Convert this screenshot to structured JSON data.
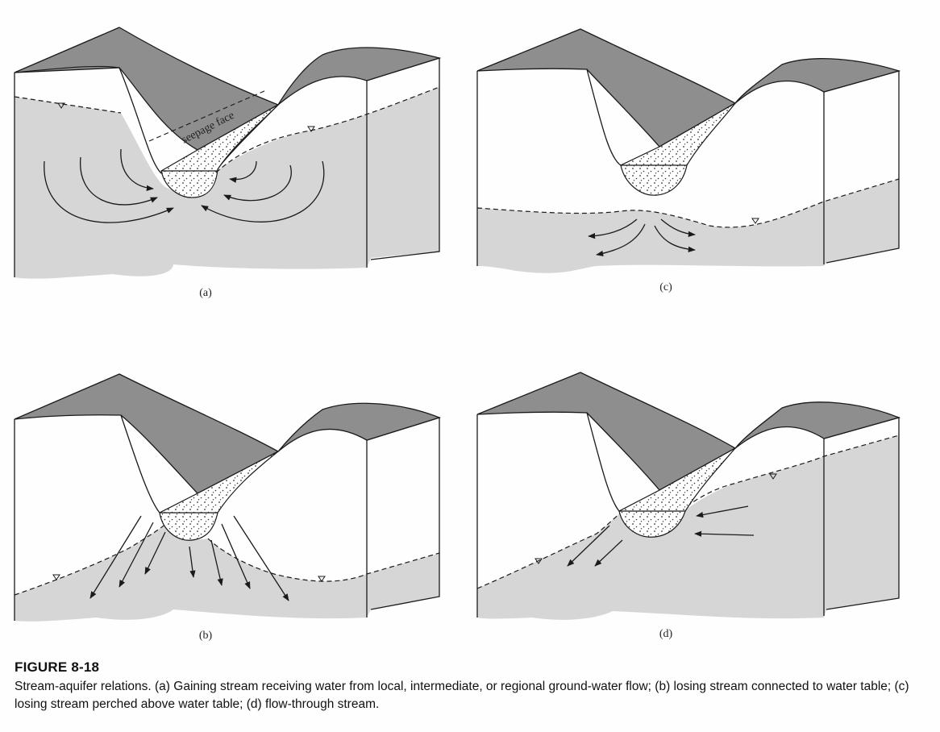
{
  "figure": {
    "panels": [
      {
        "id": "a",
        "label": "(a)",
        "annotation": "seepage face"
      },
      {
        "id": "c",
        "label": "(c)"
      },
      {
        "id": "b",
        "label": "(b)"
      },
      {
        "id": "d",
        "label": "(d)"
      }
    ],
    "caption": {
      "number": "FIGURE 8-18",
      "text": "Stream-aquifer relations. (a) Gaining stream receiving water from local, intermediate, or regional ground-water flow; (b) losing stream connected to water table; (c) losing stream perched above water table; (d) flow-through stream."
    }
  },
  "colors": {
    "surface": "#8e8e8e",
    "saturated_zone": "#d6d6d6",
    "unsaturated_zone": "#ffffff",
    "lines": "#1a1a1a"
  }
}
